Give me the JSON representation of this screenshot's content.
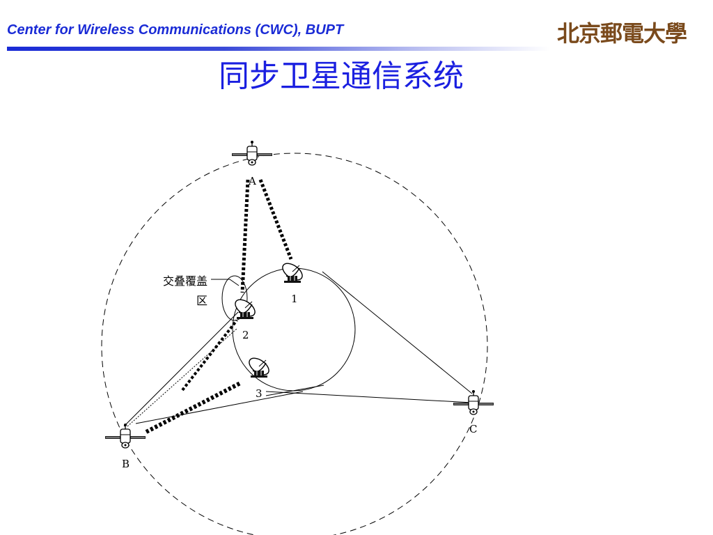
{
  "header": {
    "org_text": "Center for Wireless Communications (CWC), BUPT",
    "logo_text": "北京郵電大學",
    "accent_color": "#1a2bd6"
  },
  "title": "同步卫星通信系统",
  "diagram": {
    "satellites": [
      {
        "label": "A",
        "icon": "satellite-icon"
      },
      {
        "label": "B",
        "icon": "satellite-icon"
      },
      {
        "label": "C",
        "icon": "satellite-icon"
      }
    ],
    "earth_stations": [
      {
        "label": "1",
        "icon": "dish-antenna-icon"
      },
      {
        "label": "2",
        "icon": "dish-antenna-icon"
      },
      {
        "label": "3",
        "icon": "dish-antenna-icon"
      }
    ],
    "overlap_label_line1": "交叠覆盖",
    "overlap_label_line2": "区"
  }
}
